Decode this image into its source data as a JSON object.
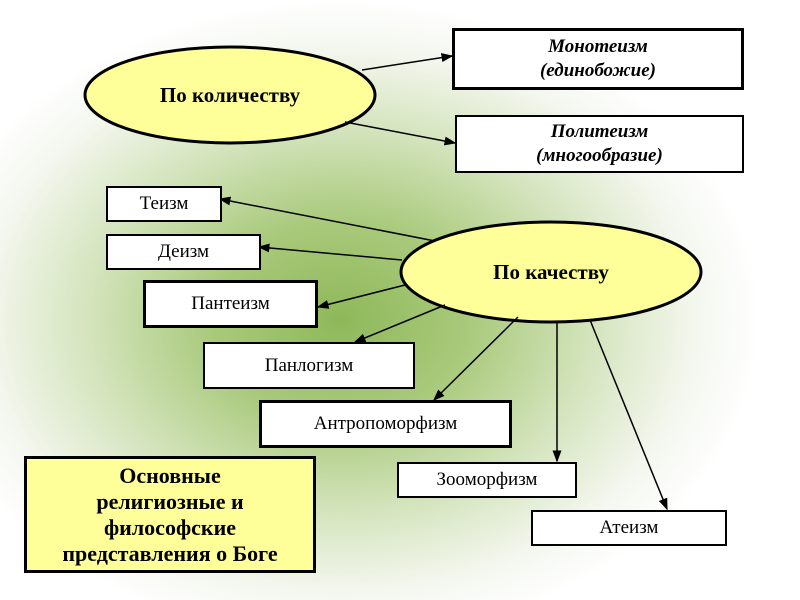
{
  "quantity": {
    "label": "По количеству",
    "monotheism": {
      "line1": "Монотеизм",
      "line2": "(единобожие)"
    },
    "polytheism": {
      "line1": "Политеизм",
      "line2": "(многообразие)"
    }
  },
  "quality": {
    "label": "По качеству",
    "items": [
      "Теизм",
      "Деизм",
      "Пантеизм",
      "Панлогизм",
      "Антропоморфизм",
      "Зооморфизм",
      "Атеизм"
    ]
  },
  "title": {
    "line1": "Основные",
    "line2": "религиозные и",
    "line3": "философские",
    "line4": "представления о Боге"
  },
  "colors": {
    "ellipse": "#ffff99",
    "background": "#9fc36a"
  }
}
